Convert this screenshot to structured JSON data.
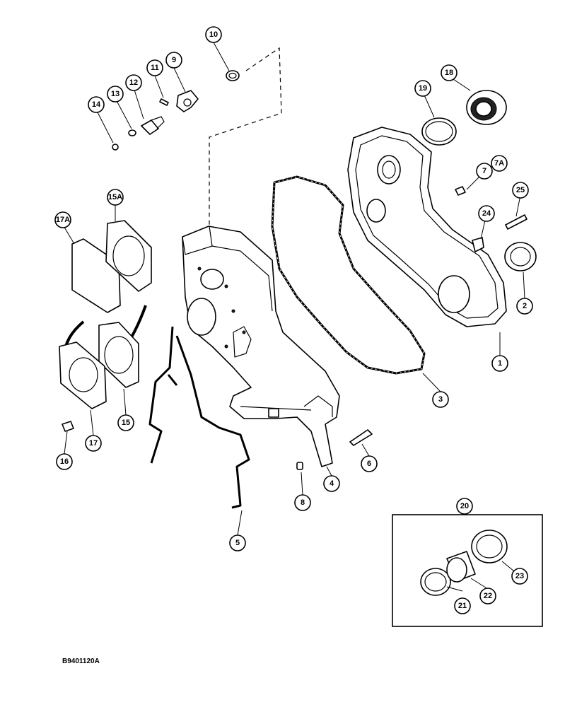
{
  "figure_id": "B9401120A",
  "callouts": [
    {
      "label": "1"
    },
    {
      "label": "2"
    },
    {
      "label": "3"
    },
    {
      "label": "4"
    },
    {
      "label": "5"
    },
    {
      "label": "6"
    },
    {
      "label": "7"
    },
    {
      "label": "7A"
    },
    {
      "label": "8"
    },
    {
      "label": "9"
    },
    {
      "label": "10"
    },
    {
      "label": "11"
    },
    {
      "label": "12"
    },
    {
      "label": "13"
    },
    {
      "label": "14"
    },
    {
      "label": "15"
    },
    {
      "label": "15A"
    },
    {
      "label": "16"
    },
    {
      "label": "17"
    },
    {
      "label": "17A"
    },
    {
      "label": "18"
    },
    {
      "label": "19"
    },
    {
      "label": "20"
    },
    {
      "label": "21"
    },
    {
      "label": "22"
    },
    {
      "label": "23"
    },
    {
      "label": "24"
    },
    {
      "label": "25"
    }
  ]
}
